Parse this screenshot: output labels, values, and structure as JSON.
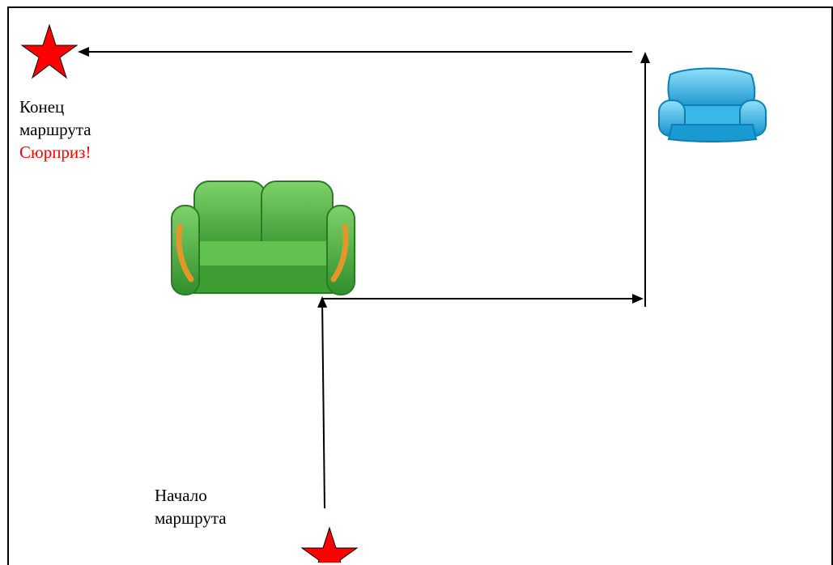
{
  "end_label": {
    "line1": "Конец",
    "line2": "маршрута",
    "surprise": "Сюрприз!"
  },
  "start_label": {
    "line1": "Начало",
    "line2": "маршрута"
  },
  "colors": {
    "star": "#ff0000",
    "surprise_text": "#ff0000",
    "sofa": "#4caf3a",
    "armchair": "#29a9e0",
    "arrow": "#000000"
  },
  "icons": [
    "end-star-icon",
    "start-star-icon",
    "sofa-icon",
    "armchair-icon"
  ]
}
